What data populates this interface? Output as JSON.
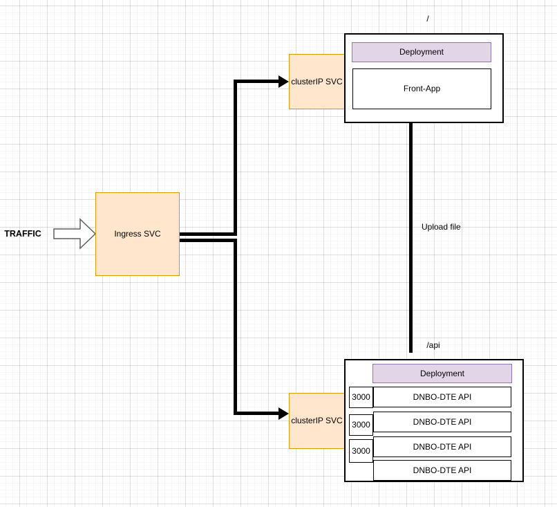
{
  "diagram": {
    "traffic_label": "TRAFFIC",
    "ingress": {
      "label": "Ingress SVC"
    },
    "services": {
      "front": {
        "label": "clusterIP SVC"
      },
      "api": {
        "label": "clusterIP SVC"
      }
    },
    "front_deployment": {
      "route": "/",
      "header": "Deployment",
      "pod": "Front-App"
    },
    "api_deployment": {
      "route": "/api",
      "header": "Deployment",
      "ports": [
        "3000",
        "3000",
        "3000"
      ],
      "pods": [
        "DNBO-DTE API",
        "DNBO-DTE API",
        "DNBO-DTE API",
        "DNBO-DTE API"
      ]
    },
    "edges": {
      "upload_label": "Upload file"
    },
    "colors": {
      "service_fill": "#FFE6CC",
      "service_border": "#D79B00",
      "deployment_header_fill": "#E1D5E7",
      "deployment_header_border": "#9673A6",
      "pod_fill": "#FFFFFF",
      "pod_border": "#000000",
      "connector": "#000000"
    }
  }
}
